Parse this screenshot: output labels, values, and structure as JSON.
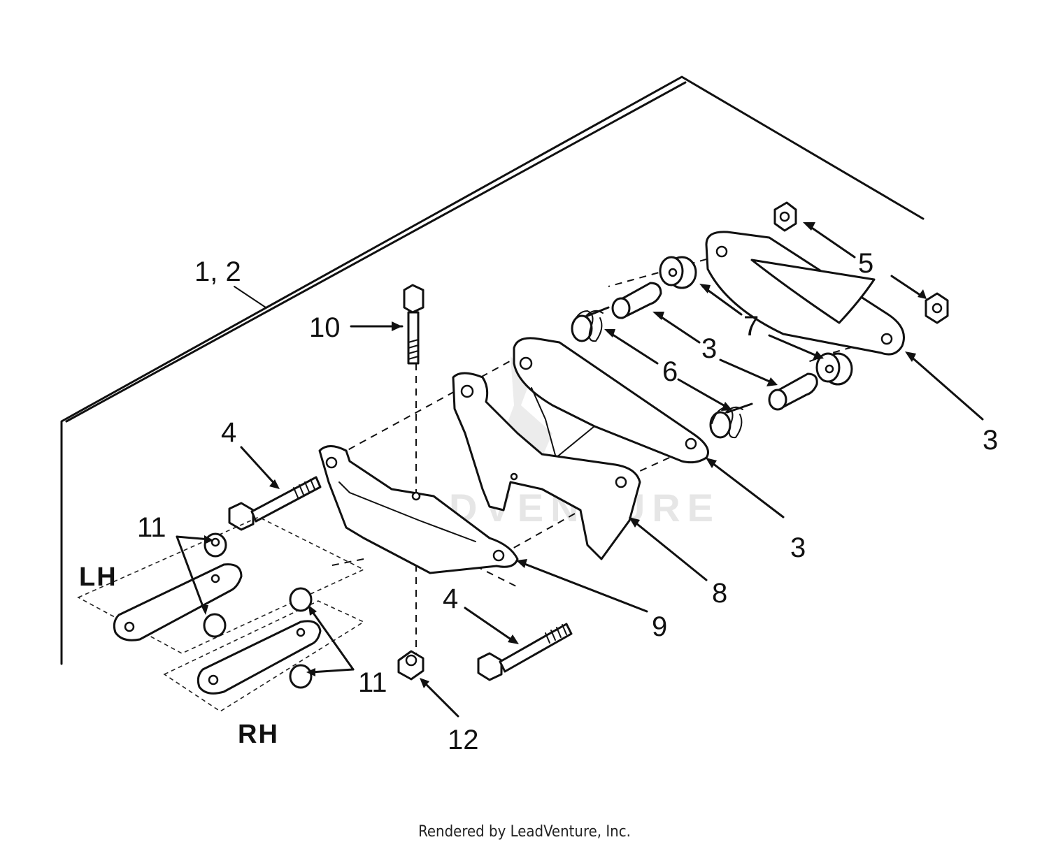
{
  "callouts": {
    "c12": "1, 2",
    "c10": "10",
    "c5": "5",
    "c7": "7",
    "c3a": "3",
    "c6": "6",
    "c3b": "3",
    "c3c": "3",
    "c4a": "4",
    "c11a": "11",
    "c8": "8",
    "c9": "9",
    "c4b": "4",
    "c11b": "11",
    "c12nut": "12"
  },
  "side_labels": {
    "lh": "LH",
    "rh": "RH"
  },
  "watermark": "LEADVENTURE",
  "footer": "Rendered by LeadVenture, Inc."
}
